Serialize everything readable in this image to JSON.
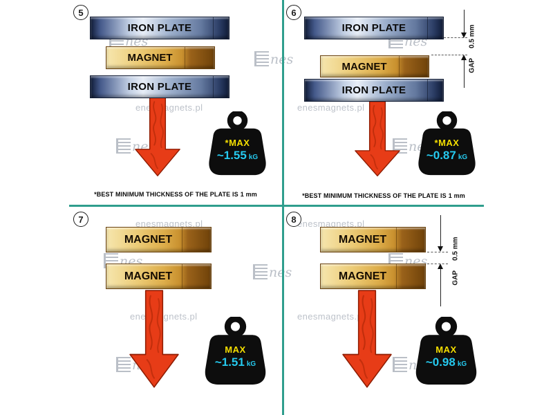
{
  "colors": {
    "divider": "#2f9e8d",
    "max": "#f6df00",
    "value": "#25c9ee",
    "arrow": "#e73c17"
  },
  "watermarks": {
    "site": "enesmagnets.pl",
    "logo_text": "nes"
  },
  "panels": {
    "p5": {
      "number": "5",
      "top_plate": "IRON PLATE",
      "magnet": "MAGNET",
      "bottom_plate": "IRON PLATE",
      "weight": {
        "max": "*MAX",
        "value": "~1.55",
        "unit": "kG"
      },
      "caption_text": "*BEST MINIMUM THICKNESS OF THE PLATE IS",
      "caption_bold": "1 mm"
    },
    "p6": {
      "number": "6",
      "top_plate": "IRON PLATE",
      "magnet": "MAGNET",
      "bottom_plate": "IRON PLATE",
      "gap_word": "GAP",
      "gap_value": "0.5 mm",
      "weight": {
        "max": "*MAX",
        "value": "~0.87",
        "unit": "kG"
      },
      "caption_text": "*BEST MINIMUM THICKNESS OF THE PLATE IS",
      "caption_bold": "1 mm"
    },
    "p7": {
      "number": "7",
      "magnet_top": "MAGNET",
      "magnet_bottom": "MAGNET",
      "weight": {
        "max": "MAX",
        "value": "~1.51",
        "unit": "kG"
      }
    },
    "p8": {
      "number": "8",
      "magnet_top": "MAGNET",
      "magnet_bottom": "MAGNET",
      "gap_word": "GAP",
      "gap_value": "0.5 mm",
      "weight": {
        "max": "MAX",
        "value": "~0.98",
        "unit": "kG"
      }
    }
  }
}
